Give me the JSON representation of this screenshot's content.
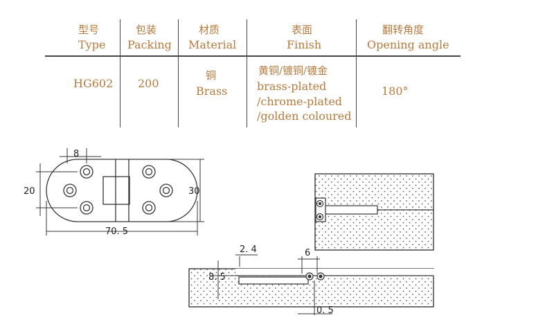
{
  "spec_table": {
    "headers": [
      {
        "zh": "型号",
        "en": "Type"
      },
      {
        "zh": "包装",
        "en": "Packing"
      },
      {
        "zh": "材质",
        "en": "Material"
      },
      {
        "zh": "表面",
        "en": "Finish"
      },
      {
        "zh": "翻转角度",
        "en": "Opening angle"
      }
    ],
    "row": {
      "type": "HG602",
      "packing": "200",
      "material_zh": "铜",
      "material_en": "Brass",
      "finish_lines": [
        "黄铜/镀铜/镀金",
        "brass-plated",
        "/chrome-plated",
        "/golden coloured"
      ],
      "opening_angle": "180°"
    }
  },
  "drawing": {
    "front_view": {
      "dim_hole_spacing": "8",
      "dim_width_left": "20",
      "dim_width_right": "30",
      "dim_length": "70. 5"
    },
    "section_view": {
      "dim_a": "2. 4",
      "dim_b": "6",
      "dim_c": "8. 5",
      "dim_d": "0. 5"
    }
  },
  "colors": {
    "text": "#b87a3c",
    "line": "#333333"
  }
}
